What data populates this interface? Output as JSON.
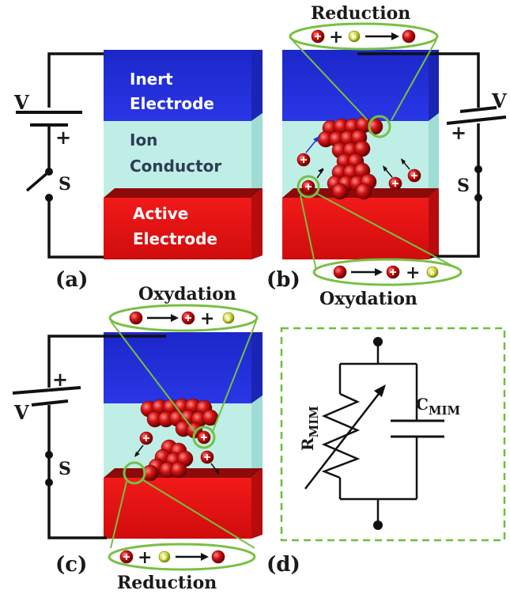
{
  "panels": {
    "a": {
      "tag": "(a)",
      "inert_line1": "Inert",
      "inert_line2": "Electrode",
      "ion_line1": "Ion",
      "ion_line2": "Conductor",
      "active_line1": "Active",
      "active_line2": "Electrode",
      "voltage": "V",
      "plus": "+",
      "switch": "S"
    },
    "b": {
      "tag": "(b)",
      "top_process": "Reduction",
      "bottom_process": "Oxydation",
      "voltage": "V",
      "plus": "+",
      "switch": "S"
    },
    "c": {
      "tag": "(c)",
      "top_process": "Oxydation",
      "bottom_process": "Reduction",
      "voltage": "V",
      "plus": "+",
      "switch": "S"
    },
    "d": {
      "tag": "(d)",
      "resistor_label": "R",
      "resistor_sub": "MIM",
      "capacitor_label": "C",
      "capacitor_sub": "MIM"
    }
  },
  "equation_symbols": {
    "plus_sign": "+",
    "cation": "+",
    "electron": "e"
  },
  "colors": {
    "inert_electrode": "#1f2bd6",
    "ion_conductor": "#bfeee6",
    "active_electrode": "#e01010",
    "ellipse": "#77c043",
    "dashed_box": "#6cbf3a"
  }
}
